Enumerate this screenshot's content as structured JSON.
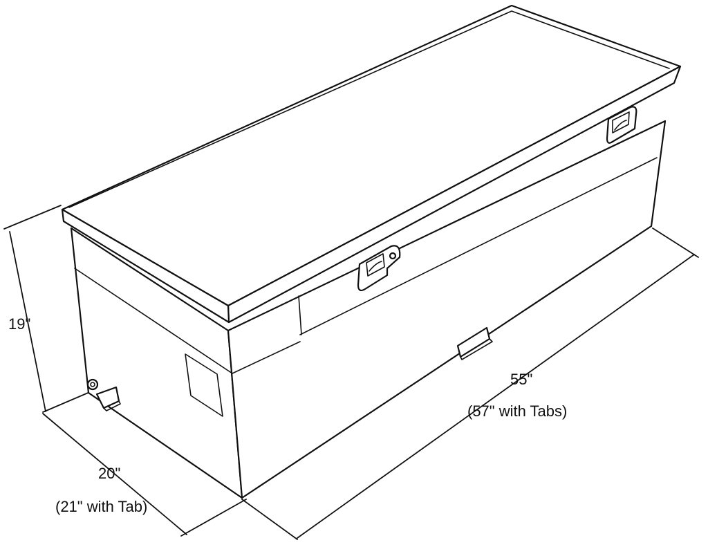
{
  "dimensions": {
    "height": {
      "value": "19\""
    },
    "depth": {
      "value": "20\"",
      "note": "(21\" with Tab)"
    },
    "length": {
      "value": "55\"",
      "note": "(57\" with Tabs)"
    }
  },
  "colors": {
    "line": "#111111",
    "background": "#ffffff"
  }
}
